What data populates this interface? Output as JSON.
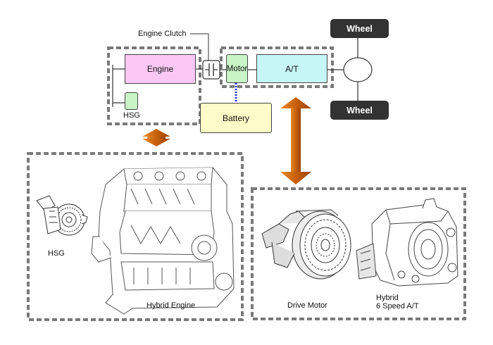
{
  "diagram": {
    "labels": {
      "engine_clutch": "Engine Clutch",
      "engine": "Engine",
      "motor": "Motor",
      "at": "A/T",
      "hsg_box": "HSG",
      "battery": "Battery",
      "wheel_top": "Wheel",
      "wheel_bottom": "Wheel"
    },
    "colors": {
      "engine": "#fbc8f5",
      "motor": "#c8f4c6",
      "at": "#c6f6f6",
      "hsg": "#c8f4c6",
      "battery": "#fdfcc8",
      "wheel_label": "#333333",
      "arrow": "#c8600b",
      "link_dots": "#1a2fd0",
      "dashed_border": "#7a7a7a"
    }
  },
  "components": {
    "hsg_caption": "HSG",
    "hybrid_engine_caption": "Hybrid Engine",
    "drive_motor_caption": "Drive Motor",
    "at_caption_line1": "Hybrid",
    "at_caption_line2": "6 Speed A/T"
  }
}
